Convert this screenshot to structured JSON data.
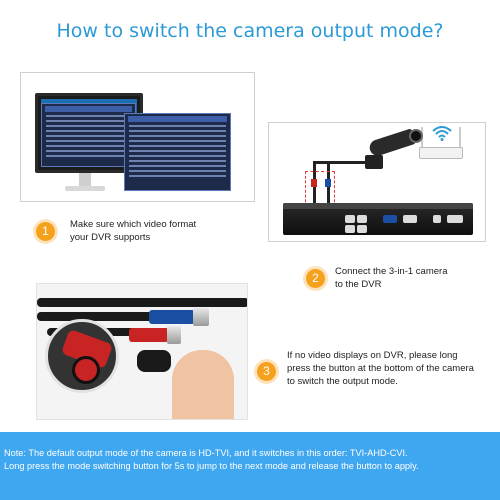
{
  "title": "How to switch the camera output mode?",
  "steps": [
    {
      "number": "1",
      "text": [
        "Make sure which video format",
        "your DVR supports"
      ]
    },
    {
      "number": "2",
      "text": [
        "Connect the 3-in-1 camera",
        "to the DVR"
      ]
    },
    {
      "number": "3",
      "text": [
        "If no video displays on DVR, please long",
        "press the button at the bottom of the camera",
        "to switch the output mode."
      ]
    }
  ],
  "note": [
    "Note: The default output mode of the camera is HD-TVI, and it switches in this order: TVI-AHD-CVI.",
    "Long press the mode switching button for 5s to jump to the next mode and release the button to apply."
  ],
  "colors": {
    "title": "#2c9ad6",
    "step_badge": "#f6a11d",
    "note_bar": "#3fa6f0",
    "cable_red": "#c82424",
    "cable_blue": "#1a4fa3"
  },
  "icons": {
    "monitor": "monitor-icon",
    "dvr": "dvr-icon",
    "camera": "camera-icon",
    "router": "router-icon",
    "wifi": "wifi-icon",
    "connector": "bnc-connector-icon"
  }
}
